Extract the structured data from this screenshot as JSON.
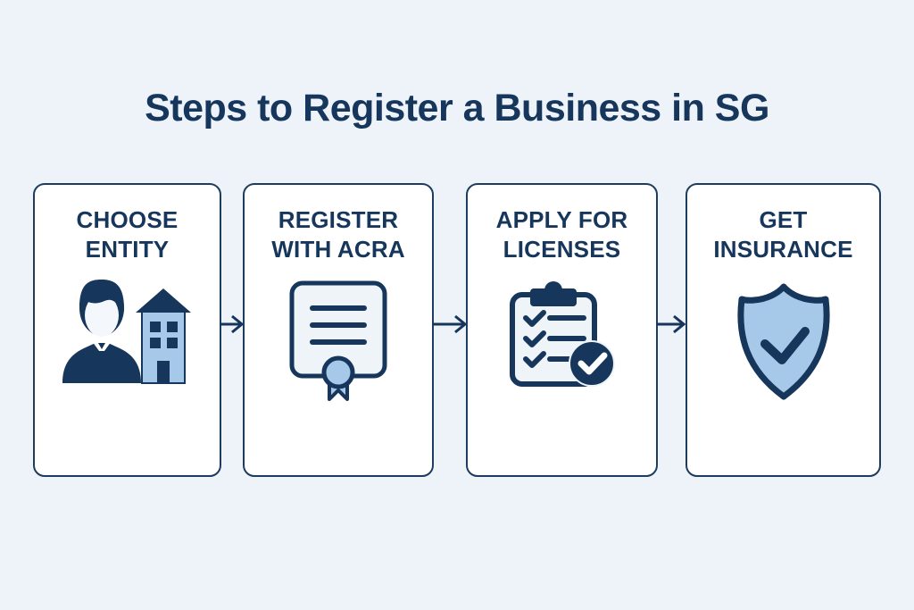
{
  "page": {
    "title": "Steps to Register a Business in SG"
  },
  "colors": {
    "background": "#edf3f9",
    "card_background": "#ffffff",
    "navy": "#16365c",
    "card_border": "#1d3c5e",
    "light_blue": "#a7c9e9",
    "icon_paper_fill": "#eff4f9",
    "face_fill": "#f4f8fc",
    "check_on_dark": "#ffffff"
  },
  "steps": [
    {
      "line1": "CHOOSE",
      "line2": "ENTITY",
      "icon": "businessman-building-icon"
    },
    {
      "line1": "REGISTER",
      "line2": "WITH ACRA",
      "icon": "certificate-ribbon-icon"
    },
    {
      "line1": "APPLY FOR",
      "line2": "LICENSES",
      "icon": "clipboard-checklist-icon"
    },
    {
      "line1": "GET",
      "line2": "INSURANCE",
      "icon": "shield-check-icon"
    }
  ],
  "connectors": [
    {
      "icon": "arrow-right-icon"
    },
    {
      "icon": "arrow-right-icon"
    },
    {
      "icon": "arrow-right-icon"
    }
  ]
}
